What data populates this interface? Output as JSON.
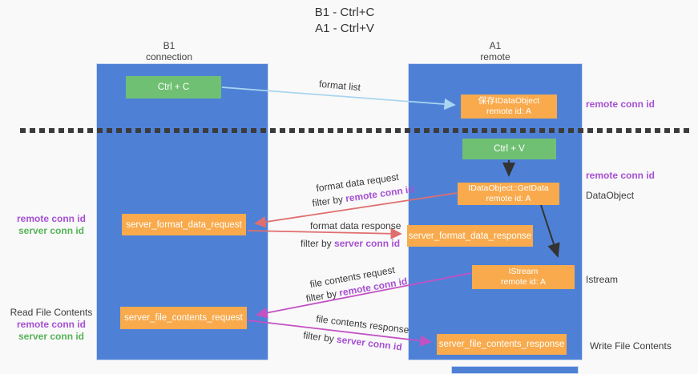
{
  "title": {
    "line1": "B1 - Ctrl+C",
    "line2": "A1 - Ctrl+V"
  },
  "columns": {
    "b1": {
      "name": "B1",
      "subtitle": "connection"
    },
    "a1": {
      "name": "A1",
      "subtitle": "remote"
    }
  },
  "boxes": {
    "ctrl_c": {
      "label": "Ctrl + C"
    },
    "save_dataobject": {
      "line1": "保存IDataObject",
      "line2": "remote id: A"
    },
    "ctrl_v": {
      "label": "Ctrl + V"
    },
    "getdata": {
      "line1": "IDataObject::GetData",
      "line2": "remote id: A"
    },
    "format_request": {
      "label": "server_format_data_request"
    },
    "format_response": {
      "label": "server_format_data_response"
    },
    "istream": {
      "line1": "IStream",
      "line2": "remote id: A"
    },
    "file_request": {
      "label": "server_file_contents_request"
    },
    "file_response": {
      "label": "server_file_contents_response"
    }
  },
  "annotations": {
    "format_list": "format list",
    "format_data_request": "format data request",
    "format_data_response": "format data response",
    "file_contents_request": "file contents request",
    "file_contents_response": "file contents response",
    "filter_by": "filter by ",
    "remote_conn_id": "remote conn id",
    "server_conn_id": "server conn id"
  },
  "side_labels": {
    "remote_conn_id": "remote conn id",
    "server_conn_id": "server conn id",
    "read_file_contents": "Read File Contents",
    "write_file_contents": "Write File Contents",
    "dataobject": "DataObject",
    "istream": "Istream"
  },
  "colors": {
    "column_blue": "#4e81d6",
    "box_orange": "#f8aa4c",
    "box_green": "#6fc073",
    "arrow_light_blue": "#a9d5f0",
    "arrow_red": "#e06e6e",
    "arrow_magenta": "#c351c3",
    "arrow_black": "#333333",
    "dashed_line": "#3b3b3b",
    "label_purple": "#a650d2",
    "label_green": "#55b357"
  }
}
